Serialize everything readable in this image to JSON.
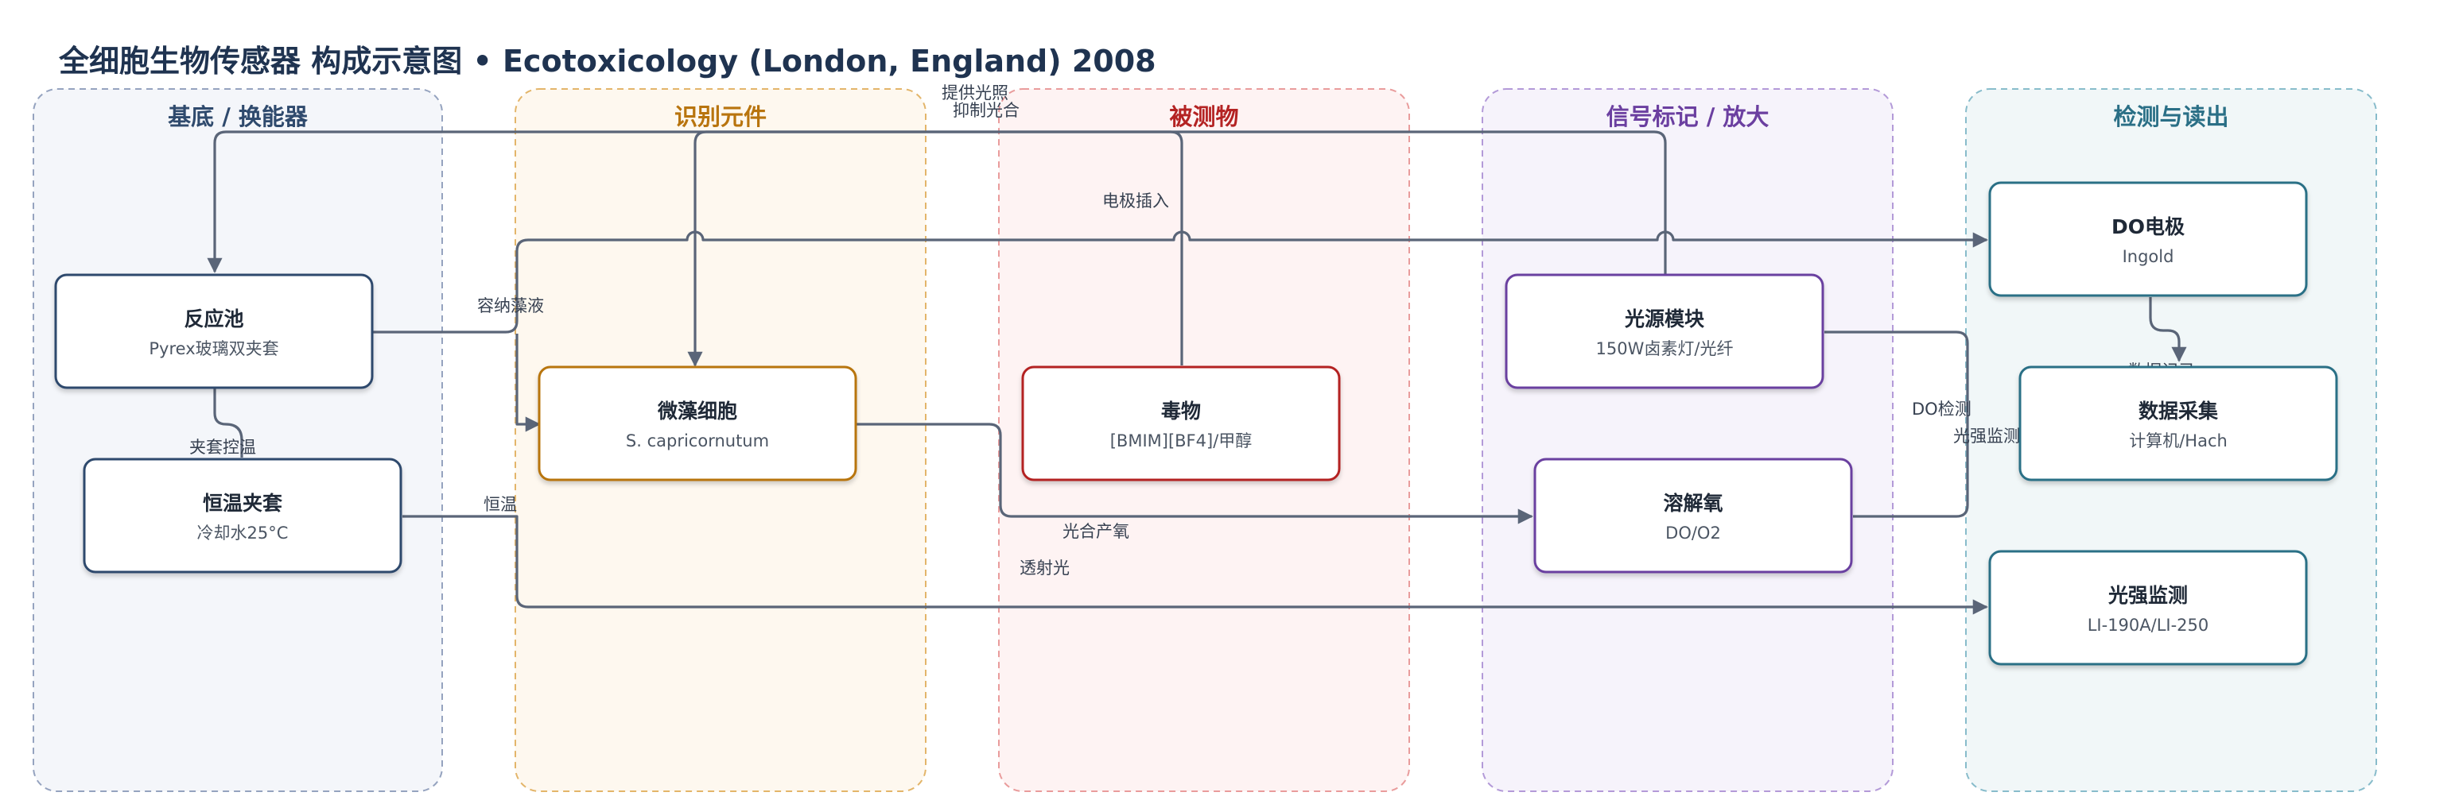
{
  "title": "全细胞生物传感器 构成示意图 • Ecotoxicology (London, England) 2008",
  "lanes": [
    {
      "id": "substrate",
      "label": "基底 / 换能器",
      "color": "#2f4a6d"
    },
    {
      "id": "recognition",
      "label": "识别元件",
      "color": "#b8740e"
    },
    {
      "id": "analyte",
      "label": "被测物",
      "color": "#b42323"
    },
    {
      "id": "signal",
      "label": "信号标记 / 放大",
      "color": "#6b3fa0"
    },
    {
      "id": "readout",
      "label": "检测与读出",
      "color": "#2a6f86"
    }
  ],
  "nodes": [
    {
      "id": "reactor",
      "title": "反应池",
      "sub": "Pyrex玻璃双夹套",
      "color": "#2f4a6d"
    },
    {
      "id": "jacket",
      "title": "恒温夹套",
      "sub": "冷却水25°C",
      "color": "#2f4a6d"
    },
    {
      "id": "algae",
      "title": "微藻细胞",
      "sub": "S. capricornutum",
      "color": "#b8740e"
    },
    {
      "id": "toxicant",
      "title": "毒物",
      "sub": "[BMIM][BF4]/甲醇",
      "color": "#b42323"
    },
    {
      "id": "light",
      "title": "光源模块",
      "sub": "150W卤素灯/光纤",
      "color": "#6b3fa0"
    },
    {
      "id": "oxygen",
      "title": "溶解氧",
      "sub": "DO/O2",
      "color": "#6b3fa0"
    },
    {
      "id": "do_electrode",
      "title": "DO电极",
      "sub": "Ingold",
      "color": "#2a6f86"
    },
    {
      "id": "daq",
      "title": "数据采集",
      "sub": "计算机/Hach",
      "color": "#2a6f86"
    },
    {
      "id": "lightmeter",
      "title": "光强监测",
      "sub": "LI-190A/LI-250",
      "color": "#2a6f86"
    }
  ],
  "edges": [
    {
      "id": "jacket-control",
      "label": "夹套控温"
    },
    {
      "id": "contain-algae",
      "label": "容纳藻液"
    },
    {
      "id": "thermostat",
      "label": "恒温"
    },
    {
      "id": "provide-light",
      "label": "提供光照"
    },
    {
      "id": "inhibit-photosynthesis",
      "label": "抑制光合"
    },
    {
      "id": "electrode-insert",
      "label": "电极插入"
    },
    {
      "id": "photosynthetic-oxygen",
      "label": "光合产氧"
    },
    {
      "id": "transmitted-light",
      "label": "透射光"
    },
    {
      "id": "do-detection",
      "label": "DO检测"
    },
    {
      "id": "light-monitoring",
      "label": "光强监测"
    },
    {
      "id": "data-recording",
      "label": "数据记录"
    }
  ]
}
